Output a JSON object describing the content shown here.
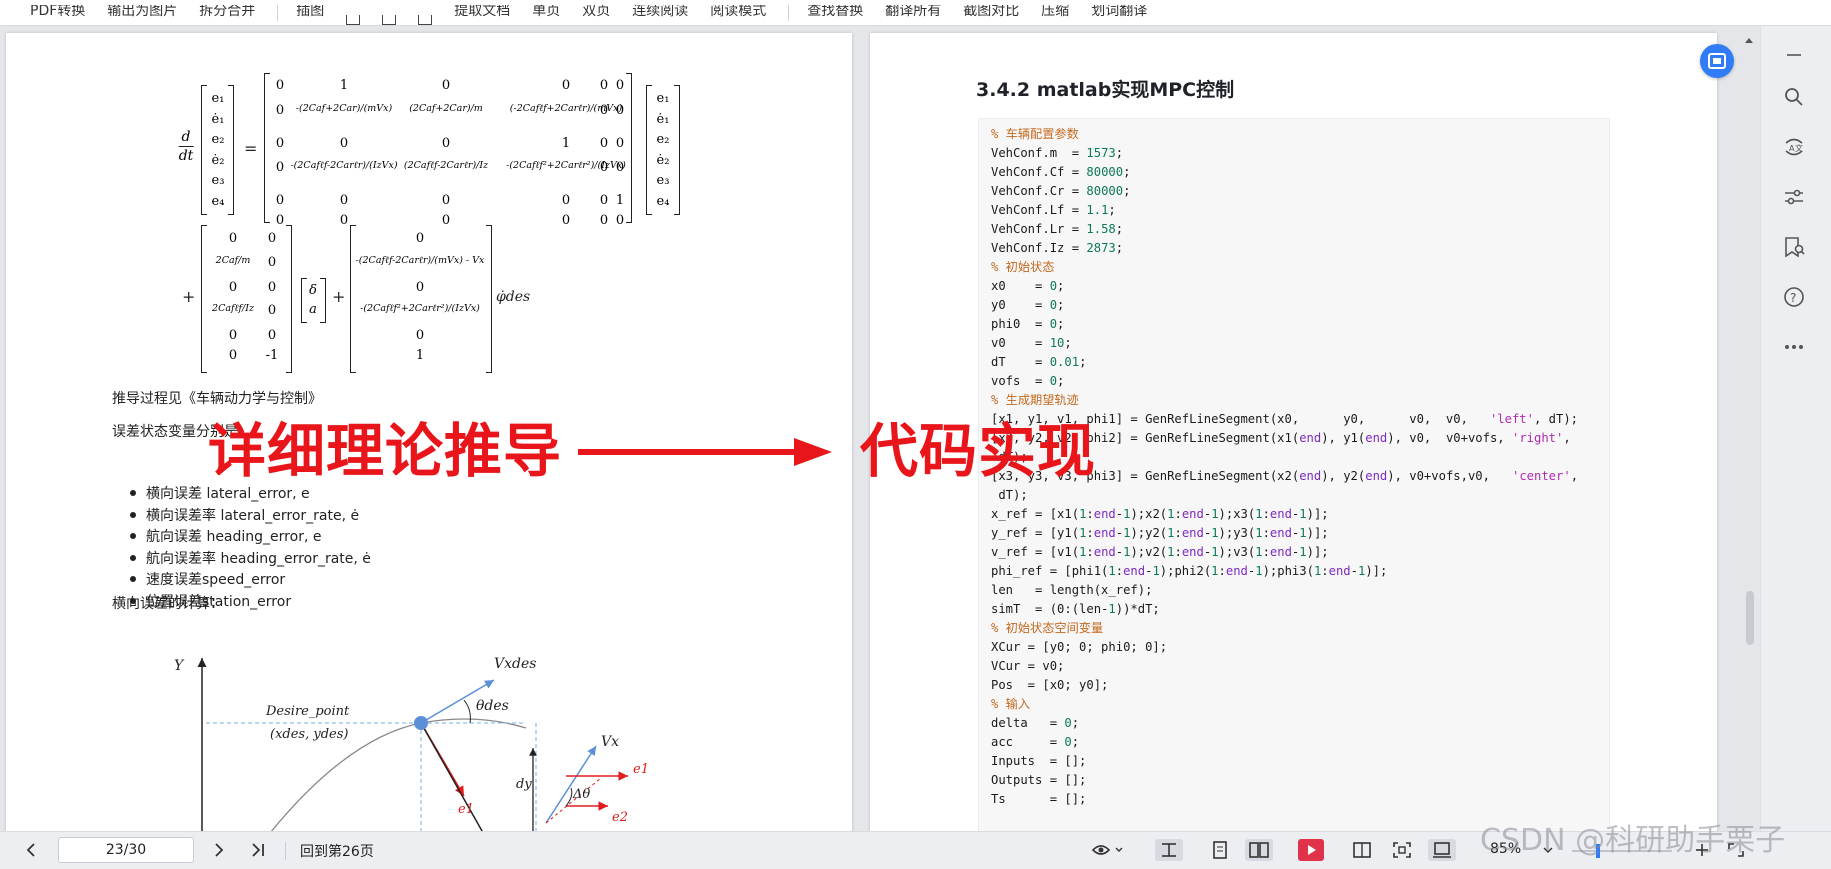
{
  "toolbar": {
    "items": [
      "PDF转换",
      "输出为图片",
      "拆分合并",
      "插图",
      "提取文档",
      "单页",
      "双页",
      "连续阅读",
      "阅读模式",
      "查找替换",
      "翻译所有",
      "截图对比",
      "压缩",
      "划词翻译"
    ]
  },
  "left_page": {
    "derivation_note": "推导过程见《车辆动力学与控制》",
    "state_intro": "误差状态变量分别是：",
    "bullets": [
      "横向误差 lateral_error, e",
      "横向误差率 lateral_error_rate, ė",
      "航向误差 heading_error, e",
      "航向误差率 heading_error_rate, ė",
      "速度误差speed_error",
      "位置误差station_error"
    ],
    "lateral_calc": "横向误差的计算：",
    "equation": {
      "lhs": "d/dt",
      "state_vector": [
        "e₁",
        "ė₁",
        "e₂",
        "ė₂",
        "e₃",
        "e₄"
      ],
      "A_matrix": [
        [
          "0",
          "1",
          "0",
          "0",
          "0",
          "0"
        ],
        [
          "0",
          "-(2Caf+2Car)/(mVx)",
          "(2Caf+2Car)/m",
          "(-2Cafℓf+2Carℓr)/(mVx)",
          "0",
          "0"
        ],
        [
          "0",
          "0",
          "0",
          "1",
          "0",
          "0"
        ],
        [
          "0",
          "-(2Cafℓf-2Carℓr)/(IzVx)",
          "(2Cafℓf-2Carℓr)/Iz",
          "-(2Cafℓf²+2Carℓr²)/(IzVx)",
          "0",
          "0"
        ],
        [
          "0",
          "0",
          "0",
          "0",
          "0",
          "1"
        ],
        [
          "0",
          "0",
          "0",
          "0",
          "0",
          "0"
        ]
      ],
      "B_matrix": [
        [
          "0",
          "0"
        ],
        [
          "2Caf/m",
          "0"
        ],
        [
          "0",
          "0"
        ],
        [
          "2Cafℓf/Iz",
          "0"
        ],
        [
          "0",
          "0"
        ],
        [
          "0",
          "-1"
        ]
      ],
      "input_vector": [
        "δ",
        "a"
      ],
      "C_vector": [
        "0",
        "-(2Cafℓf-2Carℓr)/(mVx) - Vx",
        "0",
        "-(2Cafℓf²+2Carℓr²)/(IzVx)",
        "0",
        "1"
      ],
      "disturbance": "φ̇des"
    },
    "figure_labels": {
      "y_axis": "Y",
      "desire_point": "Desire_point",
      "desire_coords": "(xdes, ydes)",
      "vxdes": "Vxdes",
      "theta_des": "θdes",
      "vx": "Vx",
      "dy": "dy",
      "delta_theta": "Δθ",
      "e1": "e1",
      "e2": "e2",
      "e1b": "e1"
    }
  },
  "overlay": {
    "left_label": "详细理论推导",
    "right_label": "代码实现"
  },
  "right_page": {
    "section_title": "3.4.2 matlab实现MPC控制"
  },
  "code": [
    {
      "type": "comment",
      "text": "% 车辆配置参数"
    },
    {
      "type": "code",
      "text": "VehConf.m  = 1573;"
    },
    {
      "type": "code",
      "text": "VehConf.Cf = 80000;"
    },
    {
      "type": "code",
      "text": "VehConf.Cr = 80000;"
    },
    {
      "type": "code",
      "text": "VehConf.Lf = 1.1;"
    },
    {
      "type": "code",
      "text": "VehConf.Lr = 1.58;"
    },
    {
      "type": "code",
      "text": "VehConf.Iz = 2873;"
    },
    {
      "type": "comment",
      "text": "% 初始状态"
    },
    {
      "type": "code",
      "text": "x0    = 0;"
    },
    {
      "type": "code",
      "text": "y0    = 0;"
    },
    {
      "type": "code",
      "text": "phi0  = 0;"
    },
    {
      "type": "code",
      "text": "v0    = 10;"
    },
    {
      "type": "code",
      "text": "dT    = 0.01;"
    },
    {
      "type": "code",
      "text": "vofs  = 0;"
    },
    {
      "type": "comment",
      "text": "% 生成期望轨迹"
    },
    {
      "type": "code",
      "text": "[x1, y1, v1, phi1] = GenRefLineSegment(x0,      y0,      v0,  v0,   'left', dT);"
    },
    {
      "type": "code",
      "text": "[x2, y2, v2, phi2] = GenRefLineSegment(x1(end), y1(end), v0,  v0+vofs, 'right',"
    },
    {
      "type": "code",
      "text": " dT);"
    },
    {
      "type": "code",
      "text": "[x3, y3, v3, phi3] = GenRefLineSegment(x2(end), y2(end), v0+vofs,v0,   'center',"
    },
    {
      "type": "code",
      "text": " dT);"
    },
    {
      "type": "code",
      "text": "x_ref = [x1(1:end-1);x2(1:end-1);x3(1:end-1)];"
    },
    {
      "type": "code",
      "text": "y_ref = [y1(1:end-1);y2(1:end-1);y3(1:end-1)];"
    },
    {
      "type": "code",
      "text": "v_ref = [v1(1:end-1);v2(1:end-1);v3(1:end-1)];"
    },
    {
      "type": "code",
      "text": "phi_ref = [phi1(1:end-1);phi2(1:end-1);phi3(1:end-1)];"
    },
    {
      "type": "code",
      "text": "len   = length(x_ref);"
    },
    {
      "type": "code",
      "text": "simT  = (0:(len-1))*dT;"
    },
    {
      "type": "comment",
      "text": "% 初始状态空间变量"
    },
    {
      "type": "code",
      "text": "XCur = [y0; 0; phi0; 0];"
    },
    {
      "type": "code",
      "text": "VCur = v0;"
    },
    {
      "type": "code",
      "text": "Pos  = [x0; y0];"
    },
    {
      "type": "comment",
      "text": "% 输入"
    },
    {
      "type": "code",
      "text": "delta   = 0;"
    },
    {
      "type": "code",
      "text": "acc     = 0;"
    },
    {
      "type": "code",
      "text": "Inputs  = [];"
    },
    {
      "type": "code",
      "text": "Outputs = [];"
    },
    {
      "type": "code",
      "text": "Ts      = [];"
    }
  ],
  "status": {
    "page_field": "23/30",
    "back_to_page": "回到第26页",
    "zoom": "85%"
  },
  "watermark": "CSDN @科研助手栗子",
  "colors": {
    "accent_red": "#e8161a",
    "accent_blue": "#2f7cf6",
    "code_comment": "#c46a1f",
    "code_number": "#0c7a53",
    "code_string": "#b12bb1"
  },
  "icons": {
    "rail": [
      "collapse-icon",
      "search-icon",
      "translate-icon",
      "settings-sliders-icon",
      "bookmark-search-icon",
      "help-icon",
      "more-icon"
    ],
    "fab": "screenshot-icon"
  }
}
